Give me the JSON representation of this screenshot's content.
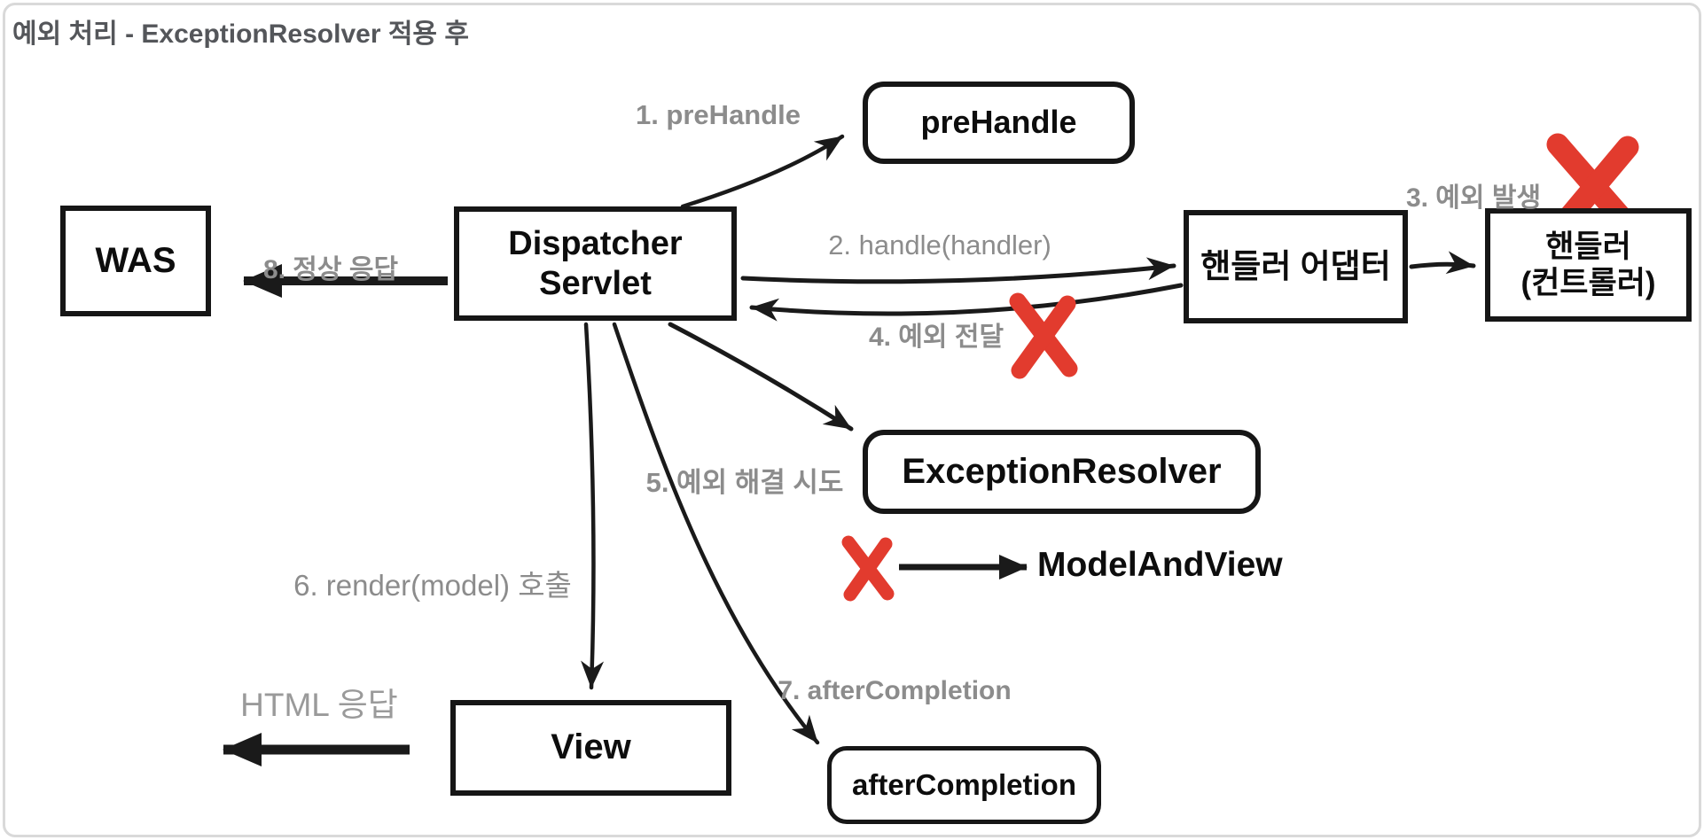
{
  "title": "예외 처리 - ExceptionResolver 적용 후",
  "nodes": {
    "was": "WAS",
    "dispatcher_line1": "Dispatcher",
    "dispatcher_line2": "Servlet",
    "prehandle": "preHandle",
    "handler_adapter": "핸들러 어댑터",
    "handler_line1": "핸들러",
    "handler_line2": "(컨트롤러)",
    "exception_resolver": "ExceptionResolver",
    "model_and_view": "ModelAndView",
    "view": "View",
    "after_completion": "afterCompletion"
  },
  "labels": {
    "step1": "1. preHandle",
    "step2": "2. handle(handler)",
    "step3": "3. 예외 발생",
    "step4": "4. 예외 전달",
    "step5": "5. 예외 해결 시도",
    "step6": "6. render(model) 호출",
    "step7": "7. afterCompletion",
    "step8": "8. 정상 응답",
    "html_response": "HTML 응답"
  },
  "colors": {
    "x_mark": "#e23b2e",
    "arrow_black": "#1a1a1a",
    "label_gray": "#8c8c8c",
    "html_label_gray": "#9a9a9a",
    "title_gray": "#54565a",
    "box_border": "#161616",
    "page_border": "#d9d9d9"
  }
}
